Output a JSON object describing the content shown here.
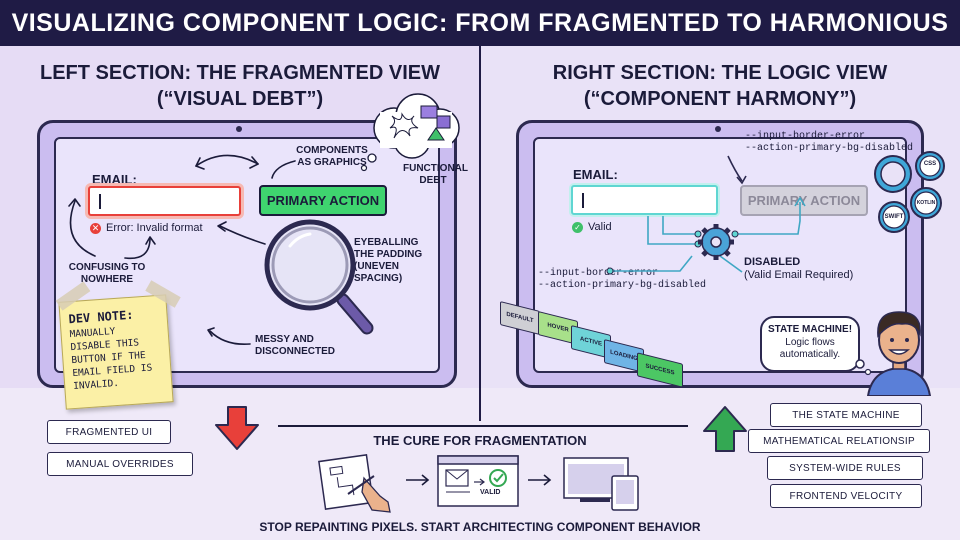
{
  "header": {
    "title": "VISUALIZING COMPONENT LOGIC: FROM FRAGMENTED TO HARMONIOUS"
  },
  "left": {
    "title_line1": "LEFT SECTION: THE FRAGMENTED VIEW",
    "title_line2": "(“VISUAL DEBT”)",
    "email_label": "EMAIL:",
    "error_text": "Error: Invalid format",
    "primary_action": "PRIMARY ACTION",
    "annotations": {
      "components_as_graphics": "COMPONENTS AS GRAPHICS",
      "functional_debt": "FUNCTIONAL DEBT",
      "confusing": "CONFUSING TO NOWHERE",
      "eyeballing": "EYEBALLING THE PADDING (UNEVEN SPACING)",
      "messy": "MESSY AND DISCONNECTED"
    },
    "dev_note": {
      "title": "DEV NOTE:",
      "body": "MANUALLY DISABLE THIS BUTTON IF THE EMAIL FIELD IS INVALID."
    },
    "labels": [
      "FRAGMENTED UI",
      "MANUAL OVERRIDES"
    ]
  },
  "right": {
    "title_line1": "RIGHT SECTION: THE LOGIC VIEW",
    "title_line2": "(“COMPONENT HARMONY”)",
    "email_label": "EMAIL:",
    "valid_text": "Valid",
    "primary_action": "PRIMARY ACTION",
    "tokens_top": [
      "--input-border-error",
      "--action-primary-bg-disabled"
    ],
    "tokens_bottom": [
      "--input-border-error",
      "--action-primary-bg-disabled"
    ],
    "disabled_title": "DISABLED",
    "disabled_sub": "(Valid Email Required)",
    "gears": [
      "CSS",
      "KOTLIN",
      "SWIFT"
    ],
    "states": [
      "DEFAULT",
      "HOVER",
      "ACTIVE",
      "LOADING",
      "SUCCESS"
    ],
    "bubble_title": "STATE MACHINE!",
    "bubble_body": "Logic flows automatically.",
    "labels": [
      "THE STATE MACHINE",
      "MATHEMATICAL RELATIONSIP",
      "SYSTEM-WIDE RULES",
      "FRONTEND VELOCITY"
    ]
  },
  "bottom": {
    "cure_title": "THE CURE FOR FRAGMENTATION",
    "valid_badge": "VALID",
    "tagline": "STOP REPAINTING PIXELS. START ARCHITECTING COMPONENT BEHAVIOR"
  },
  "colors": {
    "navy": "#1f1b45",
    "error_red": "#e8403a",
    "action_green": "#2fd06a",
    "arrow_red": "#e8403a",
    "arrow_green": "#34a853",
    "valid_teal": "#5fd6d2"
  }
}
